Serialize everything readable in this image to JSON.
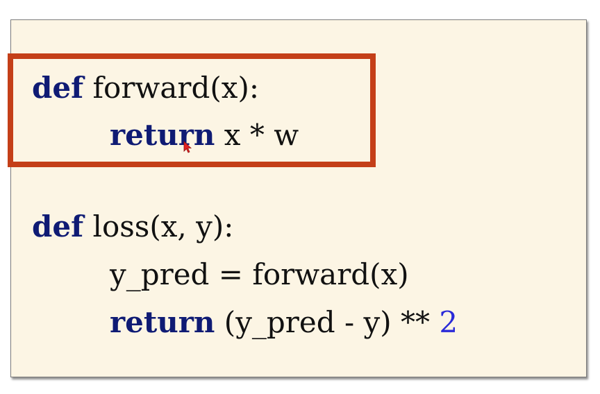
{
  "code": {
    "line1": {
      "keyword": "def",
      "rest": " forward(x):"
    },
    "line2": {
      "keyword": "return",
      "rest": " x * w"
    },
    "line3": {
      "keyword": "def",
      "rest": " loss(x, y):"
    },
    "line4": {
      "text": "y_pred = forward(x)"
    },
    "line5": {
      "keyword": "return",
      "rest": " (y_pred - y) ** ",
      "number": "2"
    }
  },
  "colors": {
    "panel_background": "#fcf5e4",
    "keyword": "#0f1b74",
    "number": "#2a2ad8",
    "highlight_border": "#c43f18",
    "cursor": "#e32222"
  },
  "icons": {
    "cursor": "mouse-pointer-icon"
  }
}
